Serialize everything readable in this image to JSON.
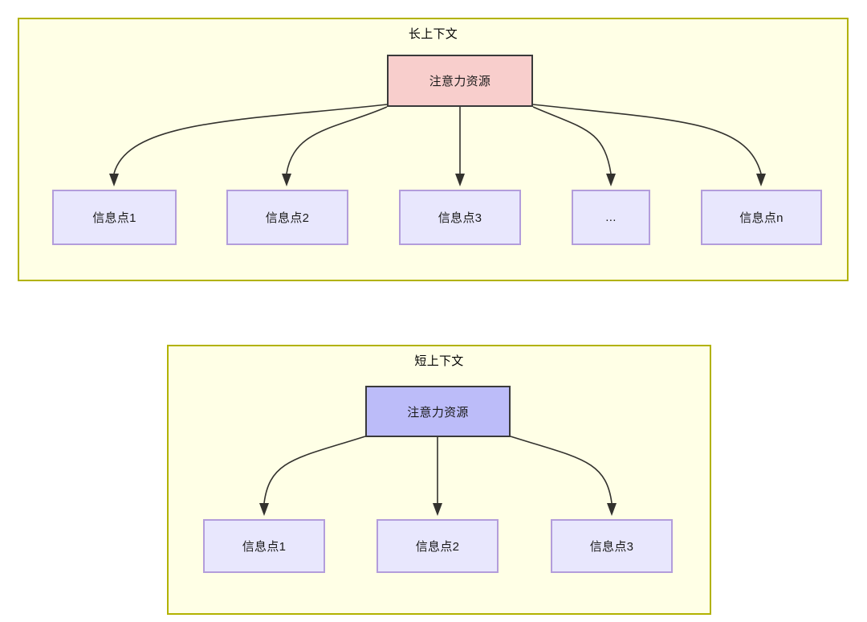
{
  "diagram": {
    "type": "flow-diagram",
    "groups": [
      {
        "id": "long-context",
        "title": "长上下文",
        "title_color": "#000000",
        "fill": "#ffffe6",
        "stroke": "#b2b200",
        "source_node": {
          "label": "注意力资源",
          "fill": "#f8cecc",
          "stroke": "#3a3a3a"
        },
        "targets": [
          {
            "label": "信息点1"
          },
          {
            "label": "信息点2"
          },
          {
            "label": "信息点3"
          },
          {
            "label": "..."
          },
          {
            "label": "信息点n"
          }
        ],
        "target_fill": "#e8e7fd",
        "target_stroke": "#b39ddb",
        "edge_count": 5
      },
      {
        "id": "short-context",
        "title": "短上下文",
        "title_color": "#000000",
        "fill": "#ffffe6",
        "stroke": "#b2b200",
        "source_node": {
          "label": "注意力资源",
          "fill": "#bcbcf9",
          "stroke": "#3a3a3a"
        },
        "targets": [
          {
            "label": "信息点1"
          },
          {
            "label": "信息点2"
          },
          {
            "label": "信息点3"
          }
        ],
        "target_fill": "#e8e7fd",
        "target_stroke": "#b39ddb",
        "edge_count": 3
      }
    ],
    "edge_style": {
      "stroke": "#33322e",
      "arrowhead": "filled-triangle"
    }
  }
}
